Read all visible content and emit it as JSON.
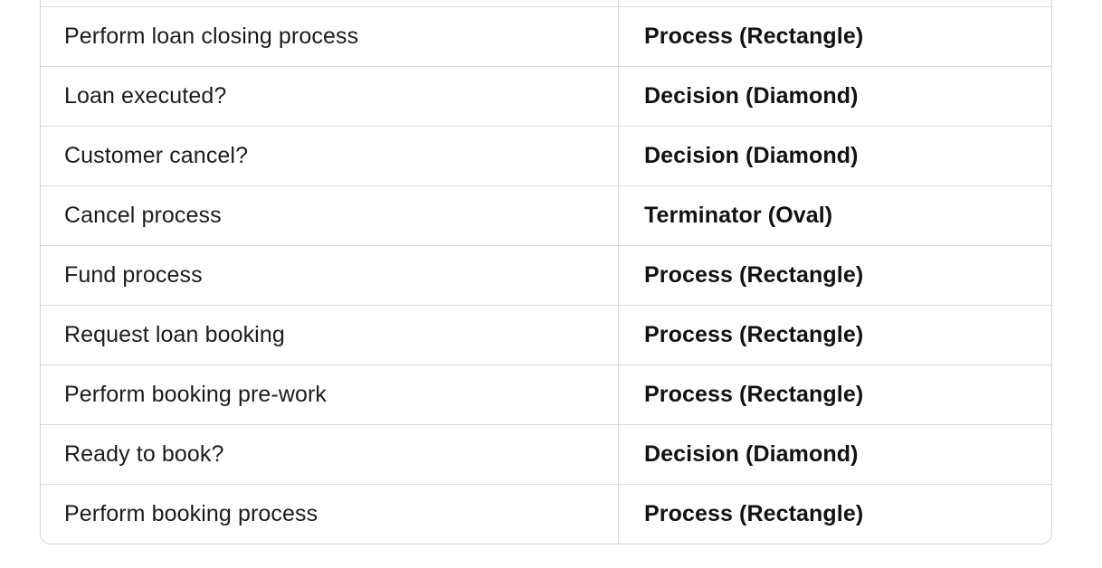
{
  "table": {
    "rows": [
      {
        "task": "",
        "shape": ""
      },
      {
        "task": "Perform loan closing process",
        "shape": "Process (Rectangle)"
      },
      {
        "task": "Loan executed?",
        "shape": "Decision (Diamond)"
      },
      {
        "task": "Customer cancel?",
        "shape": "Decision (Diamond)"
      },
      {
        "task": "Cancel process",
        "shape": "Terminator (Oval)"
      },
      {
        "task": "Fund process",
        "shape": "Process (Rectangle)"
      },
      {
        "task": "Request loan booking",
        "shape": "Process (Rectangle)"
      },
      {
        "task": "Perform booking pre-work",
        "shape": "Process (Rectangle)"
      },
      {
        "task": "Ready to book?",
        "shape": "Decision (Diamond)"
      },
      {
        "task": "Perform booking process",
        "shape": "Process (Rectangle)"
      }
    ]
  },
  "colors": {
    "background": "#ffffff",
    "outer_border": "#d5d5d5",
    "inner_border": "#dcdcdc",
    "task_text": "#1c1c1c",
    "shape_text": "#121212"
  }
}
